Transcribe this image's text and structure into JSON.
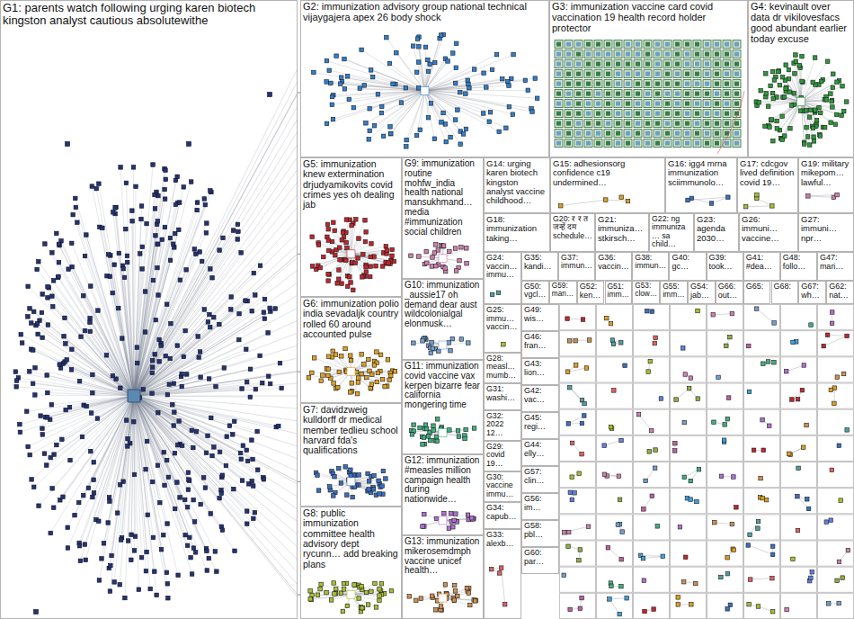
{
  "diagram": {
    "nodes": [
      {
        "text": [
          "G1: parents watch following urging karen biotech kingston analyst cautious absolutewithe"
        ]
      },
      {
        "text": [
          "G2: immunization advisory group national technical vijaygajera apex 26 body shock"
        ]
      },
      {
        "text": [
          "G3: immunization vaccine card covid vaccination 19 health record holder protector"
        ]
      },
      {
        "text": [
          "G4: kevinault over data dr vikilovesfacs good abundant earlier today excuse"
        ]
      },
      {
        "text": [
          "G5: immunization knew extermination drjudyamikovits covid crimes yes oh dealing jab"
        ]
      },
      {
        "text": [
          "G6: immunization polio india sevadaljk country rolled 60 around accounted pulse"
        ]
      },
      {
        "text": [
          "G7: davidzweig kulldorff dr medical member tedlieu school harvard fda's qualifications"
        ]
      },
      {
        "text": [
          "G8: public immunization committee health advisory dept rycunn… add breaking plans"
        ]
      },
      {
        "text": [
          "G9: immunization routine mohfw_india health national mansukhmand… media #immunization social children"
        ]
      },
      {
        "text": [
          "G10: immunization _aussie17 oh demand dear aust wildcolonialgal elonmusk…"
        ]
      },
      {
        "text": [
          "G11: immunization covid vaccine vax kerpen bizarre fear california mongering time"
        ]
      },
      {
        "text": [
          "G12: immunization #measles million campaign health during nationwide…"
        ]
      },
      {
        "text": [
          "G13: immunization mikerosemdmph vaccine unicef health…"
        ]
      },
      {
        "text": [
          "G14: urging karen biotech kingston analyst vaccine childhood…"
        ]
      },
      {
        "text": [
          "G15: adhesionsorg confidence c19 undermined…"
        ]
      },
      {
        "text": [
          "G16: igg4 mrna immunization sciimmunolo…"
        ]
      },
      {
        "text": [
          "G17: cdcgov lived definition covid 19…"
        ]
      },
      {
        "text": [
          "G19: military mikepom… lawful…"
        ]
      },
      {
        "text": [
          "G18: immunization taking…"
        ]
      },
      {
        "text": [
          "G20: र र त जन्हें दम schedule…"
        ]
      },
      {
        "text": [
          "G21: immuniza… stkirsch…"
        ]
      },
      {
        "text": [
          "G22: ng immuniza… sa child…"
        ]
      },
      {
        "text": [
          "G23: agenda 2030…"
        ]
      },
      {
        "text": [
          "G26: immuni… vaccine…"
        ]
      },
      {
        "text": [
          "G27: immuni… npr…"
        ]
      },
      {
        "text": [
          "G24: vaccin… immu…"
        ]
      },
      {
        "text": [
          "G35: kandi…"
        ]
      },
      {
        "text": [
          "G37: immun…"
        ]
      },
      {
        "text": [
          "G36: vaccin…"
        ]
      },
      {
        "text": [
          "G38: immun…"
        ]
      },
      {
        "text": [
          "G40: gc…"
        ]
      },
      {
        "text": [
          "G39: took…"
        ]
      },
      {
        "text": [
          "G41: #dea…"
        ]
      },
      {
        "text": [
          "G48: follo…"
        ]
      },
      {
        "text": [
          "G47: mari…"
        ]
      },
      {
        "text": [
          "G50: vgcl…"
        ]
      },
      {
        "text": [
          "G59: man…"
        ]
      },
      {
        "text": [
          "G52: ken…"
        ]
      },
      {
        "text": [
          "G51: imm…"
        ]
      },
      {
        "text": [
          "G53: clow…"
        ]
      },
      {
        "text": [
          "G55: imm…"
        ]
      },
      {
        "text": [
          "G54: jab…"
        ]
      },
      {
        "text": [
          "G66: out…"
        ]
      },
      {
        "text": [
          "G65:"
        ]
      },
      {
        "text": [
          "G68:"
        ]
      },
      {
        "text": [
          "G67: wh…"
        ]
      },
      {
        "text": [
          "G62: nat…"
        ]
      },
      {
        "text": [
          "G25: immu… vaccin…"
        ]
      },
      {
        "text": [
          "G28: measl… mumb…"
        ]
      },
      {
        "text": [
          "G31: washi…"
        ]
      },
      {
        "text": [
          "G32: 2022 12…"
        ]
      },
      {
        "text": [
          "G29: covid 19…"
        ]
      },
      {
        "text": [
          "G30: vaccine immu…"
        ]
      },
      {
        "text": [
          "G34: capub…"
        ]
      },
      {
        "text": [
          "G33: alexb…"
        ]
      },
      {
        "text": [
          "G49: wis…"
        ]
      },
      {
        "text": [
          "G46: fran…"
        ]
      },
      {
        "text": [
          "G43: lion…"
        ]
      },
      {
        "text": [
          "G42: vac…"
        ]
      },
      {
        "text": [
          "G45: regi…"
        ]
      },
      {
        "text": [
          "G44: elly…"
        ]
      },
      {
        "text": [
          "G57: clin…"
        ]
      },
      {
        "text": [
          "G56: im…"
        ]
      },
      {
        "text": [
          "G58: pbl…"
        ]
      },
      {
        "text": [
          "G60: par…"
        ]
      }
    ],
    "edges": [
      {
        "from": 0,
        "to": 1,
        "arrow": "none"
      },
      {
        "from": 0,
        "to": 4,
        "arrow": "none"
      },
      {
        "from": 0,
        "to": 5,
        "arrow": "none"
      },
      {
        "from": 0,
        "to": 6,
        "arrow": "none"
      },
      {
        "from": 0,
        "to": 7,
        "arrow": "none"
      }
    ]
  }
}
